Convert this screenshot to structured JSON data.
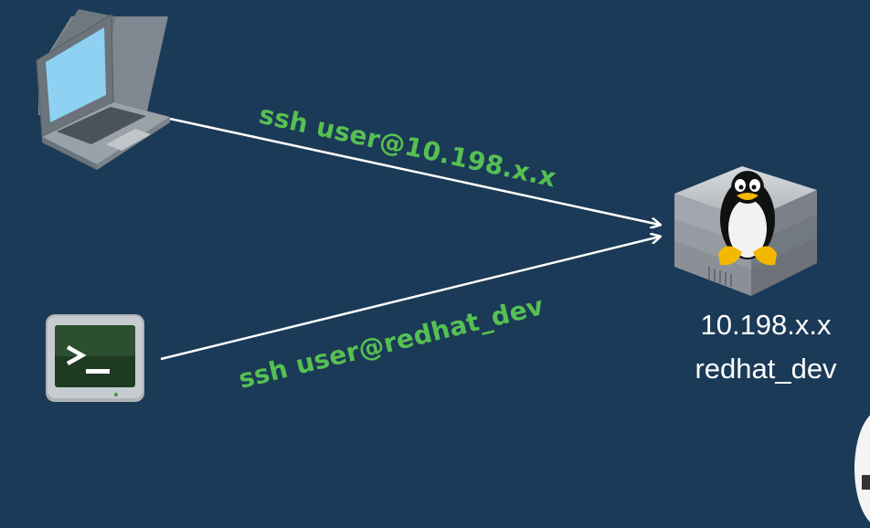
{
  "connections": [
    {
      "command": "ssh user@10.198.x.x"
    },
    {
      "command": "ssh user@redhat_dev"
    }
  ],
  "server": {
    "ip": "10.198.x.x",
    "hostname": "redhat_dev"
  },
  "colors": {
    "background": "#1b3a57",
    "command_text": "#56c052",
    "arrow": "#ffffff",
    "laptop_screen": "#8ed1f2",
    "terminal_screen": "#1f3a22"
  },
  "icons": {
    "client_one": "laptop-icon",
    "client_two": "terminal-icon",
    "server": "linux-server-icon"
  }
}
